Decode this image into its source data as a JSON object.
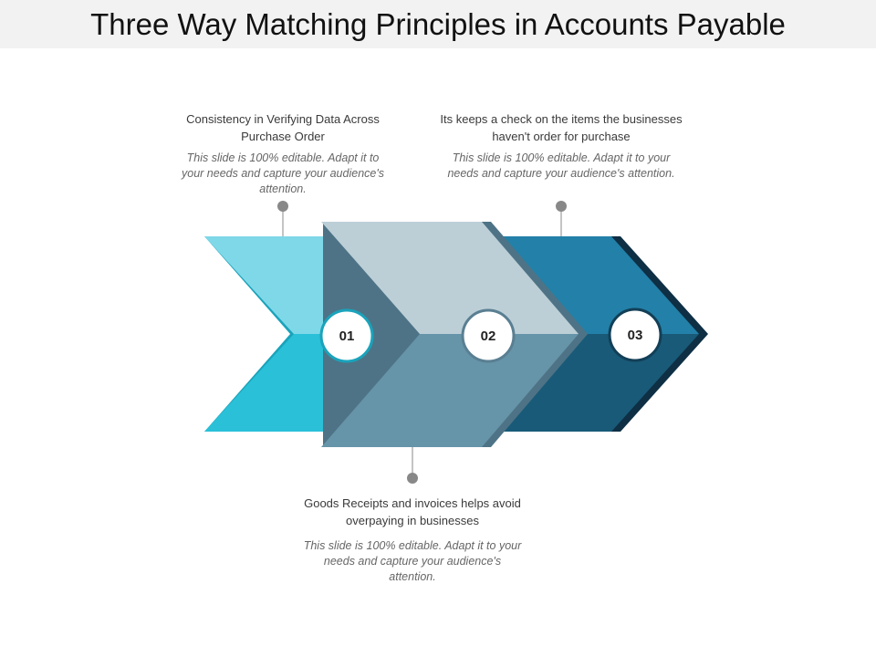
{
  "title": "Three Way Matching Principles in Accounts Payable",
  "steps": [
    {
      "number": "01",
      "heading": "Consistency in Verifying Data Across Purchase Order",
      "description": "This slide is 100% editable. Adapt it to your needs and capture your audience's attention."
    },
    {
      "number": "02",
      "heading": "Goods Receipts and invoices helps avoid overpaying in businesses",
      "description": "This slide is 100% editable. Adapt it to your needs and capture your audience's attention."
    },
    {
      "number": "03",
      "heading": "Its keeps a check on the items the businesses haven't order for purchase",
      "description": "This slide is 100% editable. Adapt it to your needs and capture your audience's attention."
    }
  ],
  "colors": {
    "chevron1_top": "#7fd8e8",
    "chevron1_bottom": "#29c0d8",
    "chevron2_top": "#bccfd7",
    "chevron2_bottom": "#6694a8",
    "chevron3_top": "#2380a8",
    "chevron3_bottom": "#195a78",
    "connector": "#888888"
  }
}
